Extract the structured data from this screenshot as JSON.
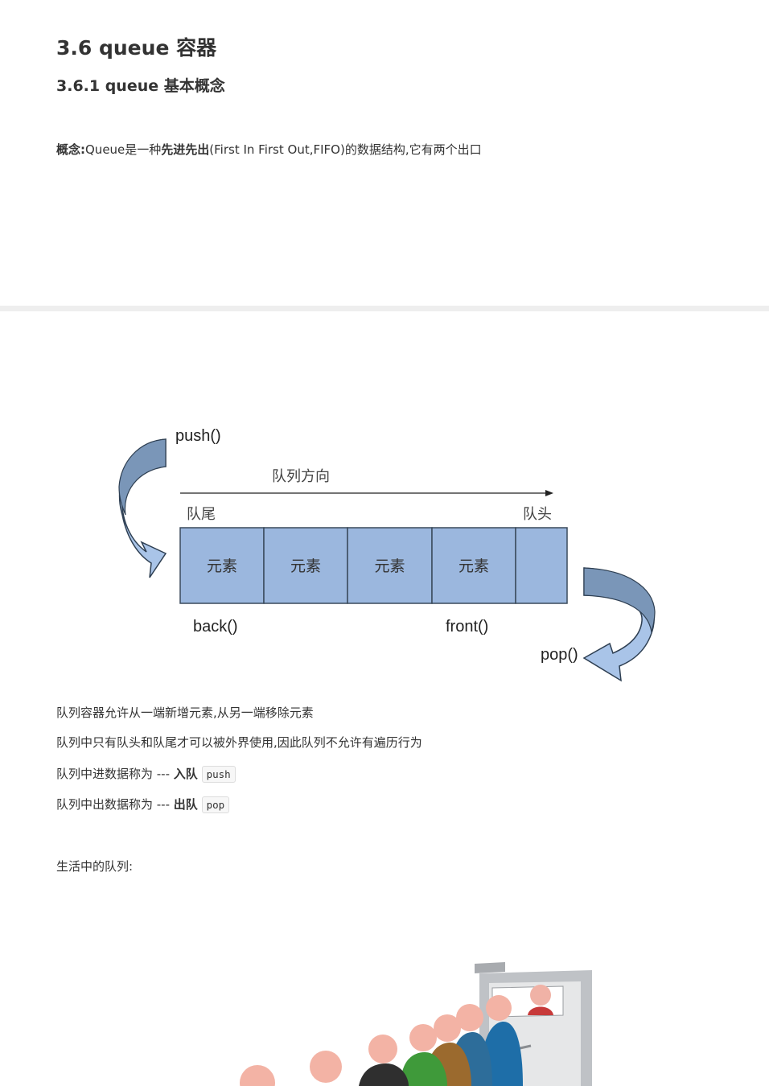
{
  "heading": "3.6 queue 容器",
  "subheading": "3.6.1 queue 基本概念",
  "concept": {
    "label": "概念:",
    "text_before": "Queue是一种",
    "bold": "先进先出",
    "text_after": "(First In First Out,FIFO)的数据结构,它有两个出口"
  },
  "diagram": {
    "push": "push()",
    "direction": "队列方向",
    "tail": "队尾",
    "head": "队头",
    "cells": [
      "元素",
      "元素",
      "元素",
      "元素",
      ""
    ],
    "back": "back()",
    "front": "front()",
    "pop": "pop()",
    "colors": {
      "cell": "#9bb7de",
      "arrow_dark": "#7a96b8",
      "arrow_light": "#a9c4e8",
      "stroke": "#3a4a5c"
    }
  },
  "lines": {
    "l1": "队列容器允许从一端新增元素,从另一端移除元素",
    "l2": "队列中只有队头和队尾才可以被外界使用,因此队列不允许有遍历行为",
    "l3_text": "队列中进数据称为 --- ",
    "l3_bold": "入队",
    "l3_code": "push",
    "l4_text": "队列中出数据称为 --- ",
    "l4_bold": "出队",
    "l4_code": "pop",
    "life": "生活中的队列:"
  }
}
